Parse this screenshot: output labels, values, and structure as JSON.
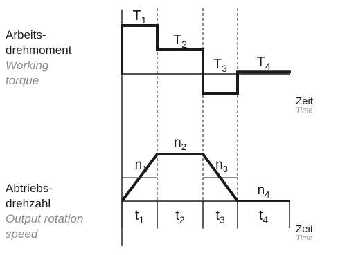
{
  "labels": {
    "torque_de_1": "Arbeits-",
    "torque_de_2": "drehmoment",
    "torque_en_1": "Working",
    "torque_en_2": "torque",
    "speed_de_1": "Abtriebs-",
    "speed_de_2": "drehzahl",
    "speed_en_1": "Output rotation",
    "speed_en_2": "speed",
    "time_de": "Zeit",
    "time_en": "Time"
  },
  "torque_levels": [
    {
      "label": "T",
      "sub": "1",
      "level": 1.0
    },
    {
      "label": "T",
      "sub": "2",
      "level": 0.5
    },
    {
      "label": "T",
      "sub": "3",
      "level": -0.4
    },
    {
      "label": "T",
      "sub": "4",
      "level": 0.04
    }
  ],
  "speed_levels": [
    {
      "label": "n",
      "sub": "1",
      "level": 0.5
    },
    {
      "label": "n",
      "sub": "2",
      "level": 1.0
    },
    {
      "label": "n",
      "sub": "3",
      "level": 0.5
    },
    {
      "label": "n",
      "sub": "4",
      "level": 0.0
    }
  ],
  "time_intervals": [
    {
      "label": "t",
      "sub": "1"
    },
    {
      "label": "t",
      "sub": "2"
    },
    {
      "label": "t",
      "sub": "3"
    },
    {
      "label": "t",
      "sub": "4"
    }
  ]
}
